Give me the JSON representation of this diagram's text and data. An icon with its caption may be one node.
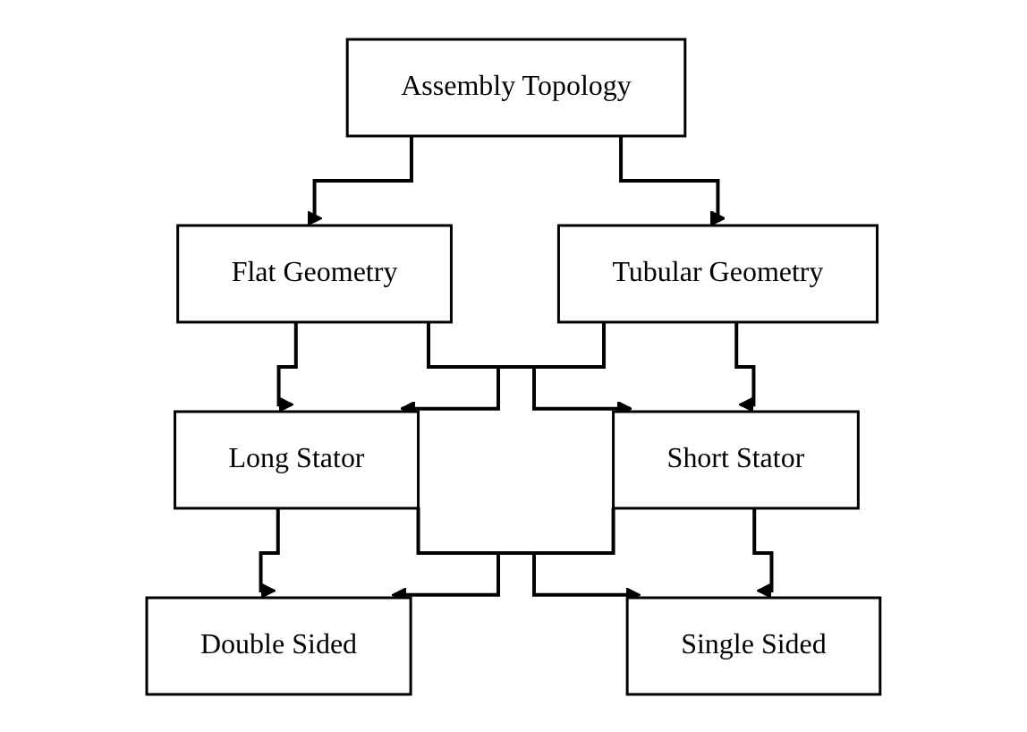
{
  "diagram": {
    "nodes": [
      {
        "text": [
          "Assembly Topology"
        ]
      },
      {
        "text": [
          "Flat Geometry"
        ]
      },
      {
        "text": [
          "Tubular Geometry"
        ]
      },
      {
        "text": [
          "Long Stator"
        ]
      },
      {
        "text": [
          "Short Stator"
        ]
      },
      {
        "text": [
          "Double Sided"
        ]
      },
      {
        "text": [
          "Single Sided"
        ]
      }
    ],
    "edges": [
      {
        "from": 0,
        "to": 1,
        "arrow": "to"
      },
      {
        "from": 0,
        "to": 2,
        "arrow": "to"
      },
      {
        "from": 1,
        "to": 3,
        "arrow": "to"
      },
      {
        "from": 1,
        "to": 4,
        "arrow": "to"
      },
      {
        "from": 2,
        "to": 3,
        "arrow": "to"
      },
      {
        "from": 2,
        "to": 4,
        "arrow": "to"
      },
      {
        "from": 3,
        "to": 5,
        "arrow": "to"
      },
      {
        "from": 3,
        "to": 6,
        "arrow": "to"
      },
      {
        "from": 4,
        "to": 5,
        "arrow": "to"
      },
      {
        "from": 4,
        "to": 6,
        "arrow": "to"
      }
    ]
  }
}
